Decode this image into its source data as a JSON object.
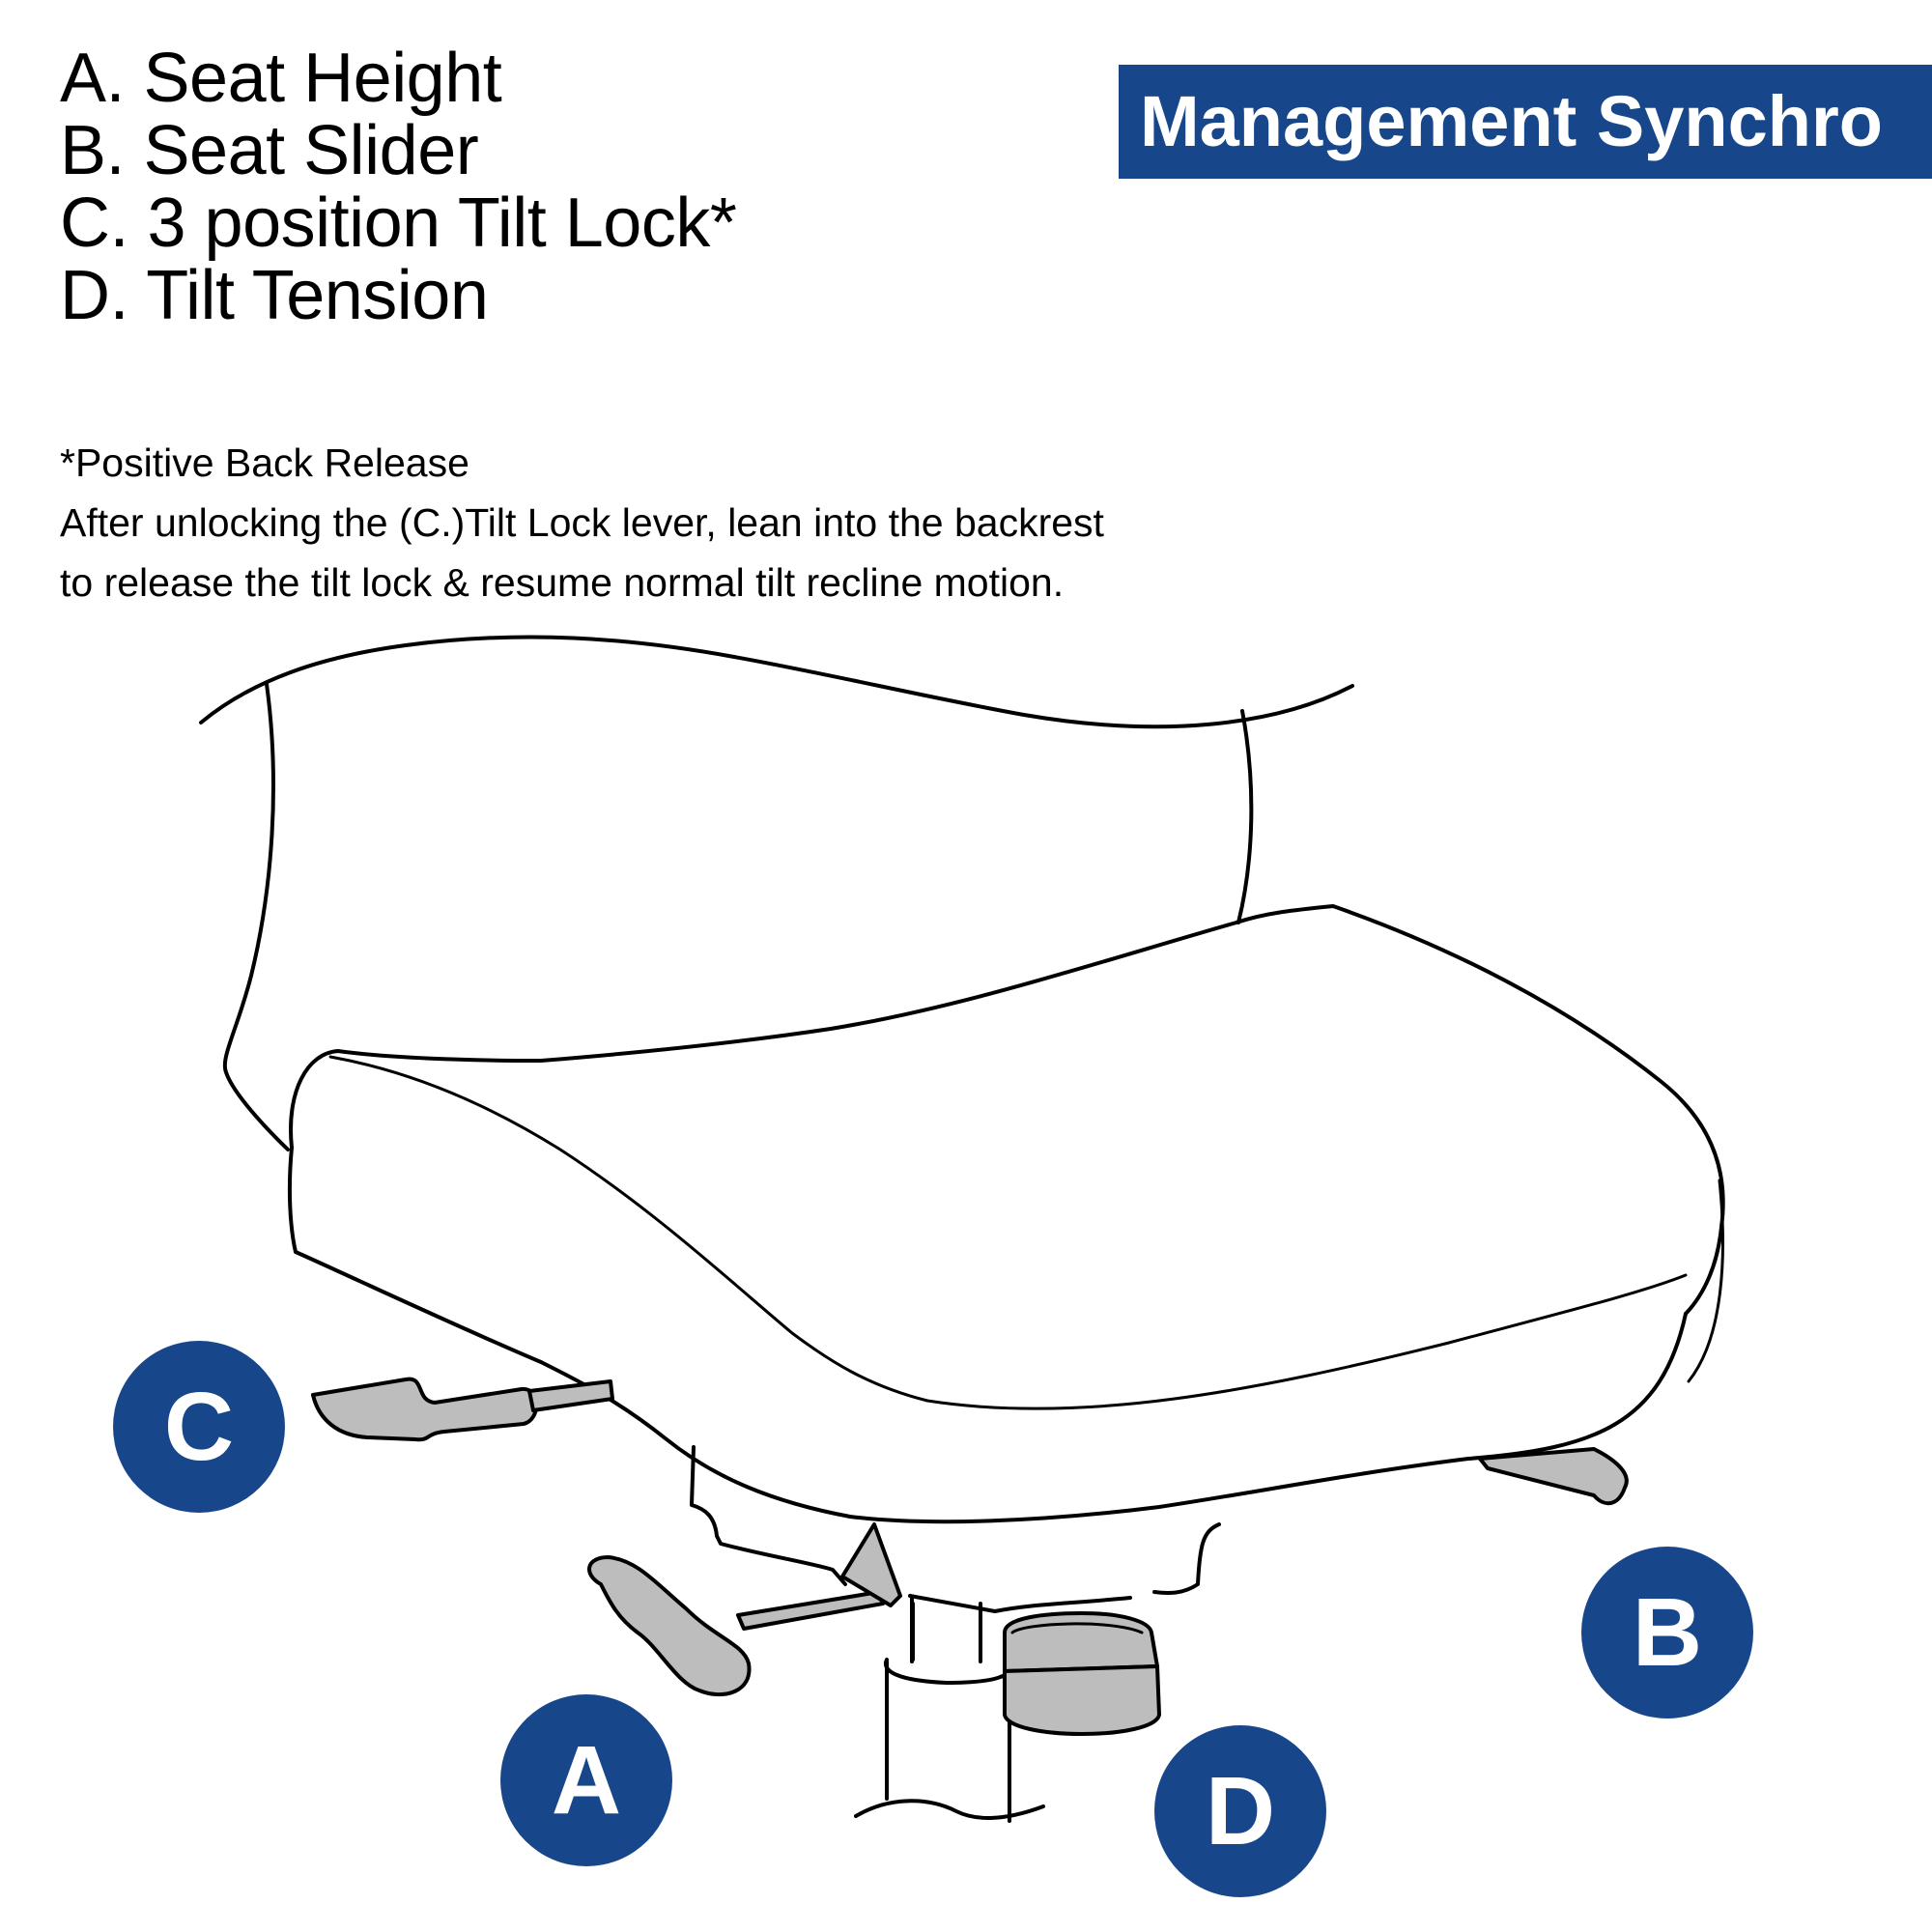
{
  "legend": [
    {
      "key": "A",
      "text": "A. Seat Height"
    },
    {
      "key": "B",
      "text": "B. Seat Slider"
    },
    {
      "key": "C",
      "text": "C. 3 position Tilt Lock*"
    },
    {
      "key": "D",
      "text": "D. Tilt Tension"
    }
  ],
  "badge": {
    "title": "Management Synchro"
  },
  "note": {
    "line1": "*Positive Back Release",
    "line2": "After unlocking the (C.)Tilt Lock lever, lean into the backrest",
    "line3": "to release the tilt lock & resume normal tilt recline motion."
  },
  "callouts": {
    "a": "A",
    "b": "B",
    "c": "C",
    "d": "D"
  },
  "colors": {
    "accent": "#17478a",
    "lever": "#bdbdbd",
    "outline": "#000000"
  }
}
